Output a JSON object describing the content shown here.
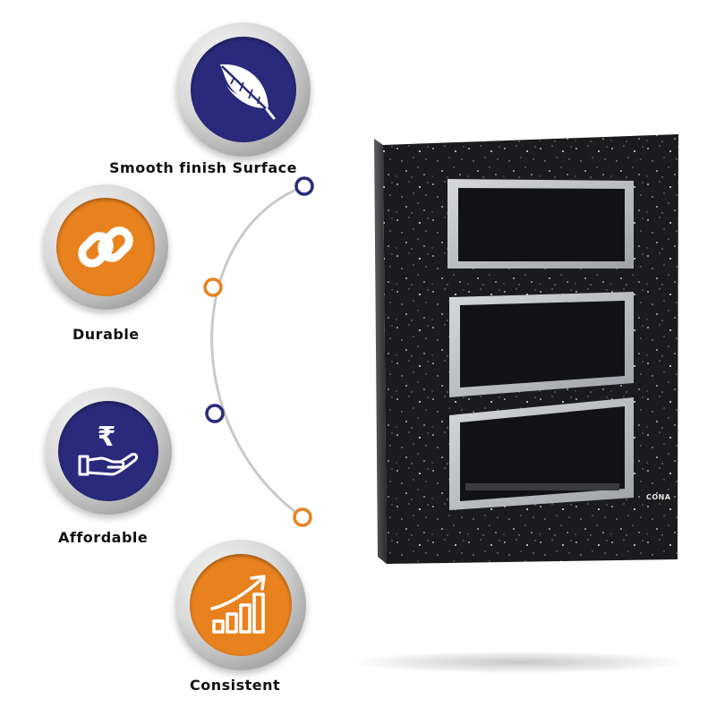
{
  "features": [
    {
      "label": "Smooth finish Surface",
      "icon": "feather-icon",
      "color": "#2a2a7c"
    },
    {
      "label": "Durable",
      "icon": "chain-link-icon",
      "color": "#e8821e"
    },
    {
      "label": "Affordable",
      "icon": "rupee-hand-icon",
      "color": "#2a2a7c"
    },
    {
      "label": "Consistent",
      "icon": "growth-chart-icon",
      "color": "#e8821e"
    }
  ],
  "product": {
    "brand": "CONA",
    "rupee_symbol": "₹"
  },
  "colors": {
    "navy": "#2a2a7c",
    "orange": "#e8821e",
    "plate": "#1b1b1e",
    "frame": "#b9bcc0"
  }
}
